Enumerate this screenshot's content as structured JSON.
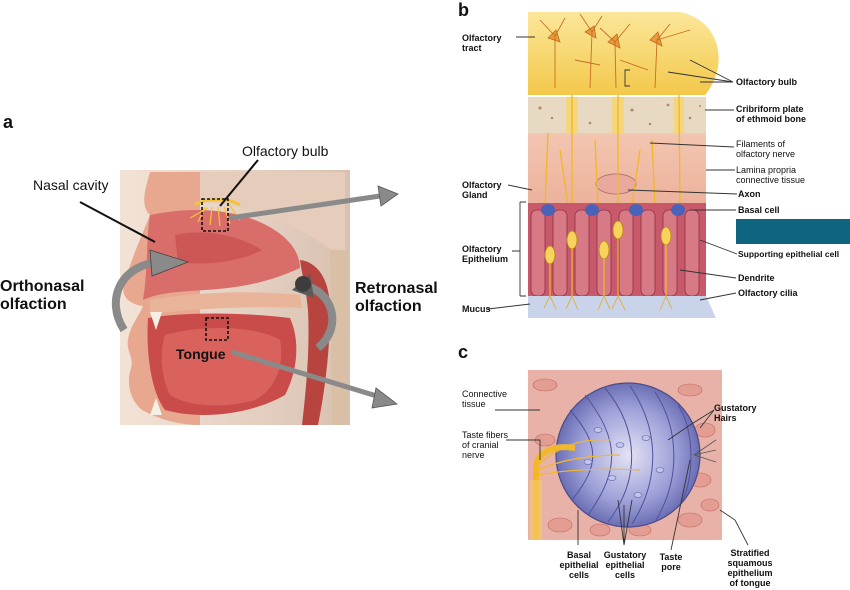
{
  "panels": {
    "a": {
      "letter": "a",
      "labels": {
        "olfactory_bulb": "Olfactory bulb",
        "nasal_cavity": "Nasal cavity",
        "orthonasal_1": "Orthonasal",
        "orthonasal_2": "olfaction",
        "retronasal_1": "Retronasal",
        "retronasal_2": "olfaction",
        "tongue": "Tongue"
      }
    },
    "b": {
      "letter": "b",
      "labels": {
        "olfactory_tract_1": "Olfactory",
        "olfactory_tract_2": "tract",
        "olfactory_bulb": "Olfactory bulb",
        "cribriform_1": "Cribriform plate",
        "cribriform_2": "of ethmoid bone",
        "filaments_1": "Filaments of",
        "filaments_2": "olfactory nerve",
        "lamina_1": "Lamina propria",
        "lamina_2": "connective tissue",
        "olfactory_gland_1": "Olfactory",
        "olfactory_gland_2": "Gland",
        "axon": "Axon",
        "basal_cell": "Basal cell",
        "olfactory_epithelium_1": "Olfactory",
        "olfactory_epithelium_2": "Epithelium",
        "supporting_cell": "Supporting epithelial cell",
        "dendrite": "Dendrite",
        "olfactory_cilia": "Olfactory cilia",
        "mucus": "Mucus"
      }
    },
    "c": {
      "letter": "c",
      "labels": {
        "connective_1": "Connective",
        "connective_2": "tissue",
        "taste_fibers_1": "Taste fibers",
        "taste_fibers_2": "of cranial",
        "taste_fibers_3": "nerve",
        "gustatory_hairs_1": "Gustatory",
        "gustatory_hairs_2": "Hairs",
        "basal_1": "Basal",
        "basal_2": "epithelial",
        "basal_3": "cells",
        "gustatory_cells_1": "Gustatory",
        "gustatory_cells_2": "epithelial",
        "gustatory_cells_3": "cells",
        "taste_pore_1": "Taste",
        "taste_pore_2": "pore",
        "stratified_1": "Stratified",
        "stratified_2": "squamous",
        "stratified_3": "epithelium",
        "stratified_4": "of tongue"
      }
    }
  },
  "colors": {
    "tissue_pink": "#e89a90",
    "tissue_dark": "#c0504a",
    "bulb_yellow": "#f7d86a",
    "nerve_yellow": "#f2b82a",
    "bone": "#e7d8c0",
    "epithelium_red": "#c8596b",
    "basal_blue": "#4a63b8",
    "redaction_teal": "#0f6480",
    "arrow_gray": "#8a8a8a",
    "bud_purple": "#7f7fc8"
  }
}
